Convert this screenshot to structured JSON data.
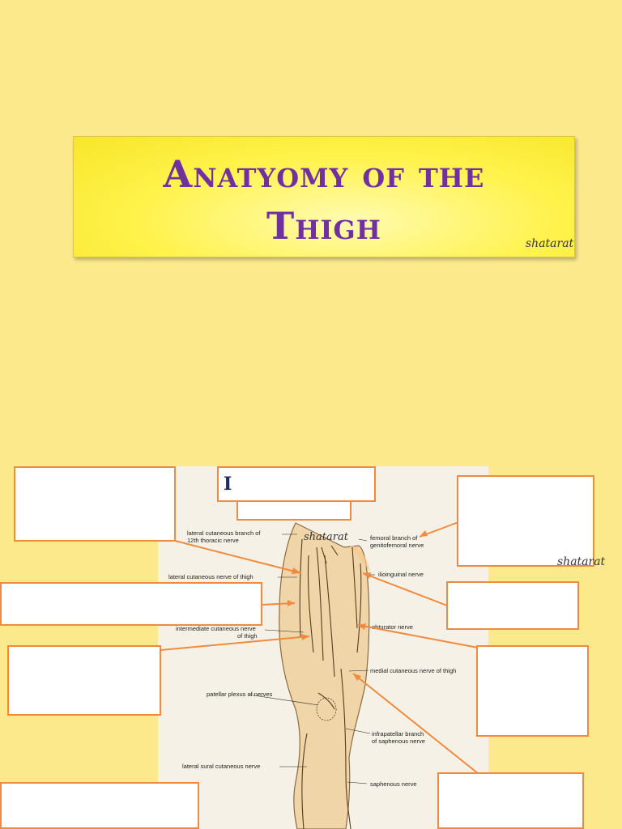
{
  "title": {
    "text": "Anatyomy of the Thigh",
    "watermark": "shatarat"
  },
  "diagram": {
    "section_marker": "I",
    "watermark_figure": "shatarat",
    "watermark_side": "shatarat",
    "labels": {
      "lat_cut_12th_1": "lateral cutaneous branch of",
      "lat_cut_12th_2": "12th thoracic nerve",
      "fem_branch_1": "femoral branch of",
      "fem_branch_2": "genitofemoral nerve",
      "lat_cut_thigh": "lateral cutaneous nerve of thigh",
      "ilioinguinal": "ilioinguinal nerve",
      "intermediate_1": "intermediate cutaneous nerve",
      "intermediate_2": "of thigh",
      "obturator": "obturator nerve",
      "medial_cut": "medial cutaneous nerve of thigh",
      "patellar": "patellar plexus of nerves",
      "infrapatellar_1": "infrapatellar branch",
      "infrapatellar_2": "of saphenous nerve",
      "lateral_sural": "lateral sural cutaneous nerve",
      "saphenous": "saphenous nerve"
    },
    "colors": {
      "box_border": "#f08a3e",
      "leader_line": "#f08a3e",
      "title_text": "#7030a0",
      "marker_text": "#1f2a6a"
    }
  }
}
